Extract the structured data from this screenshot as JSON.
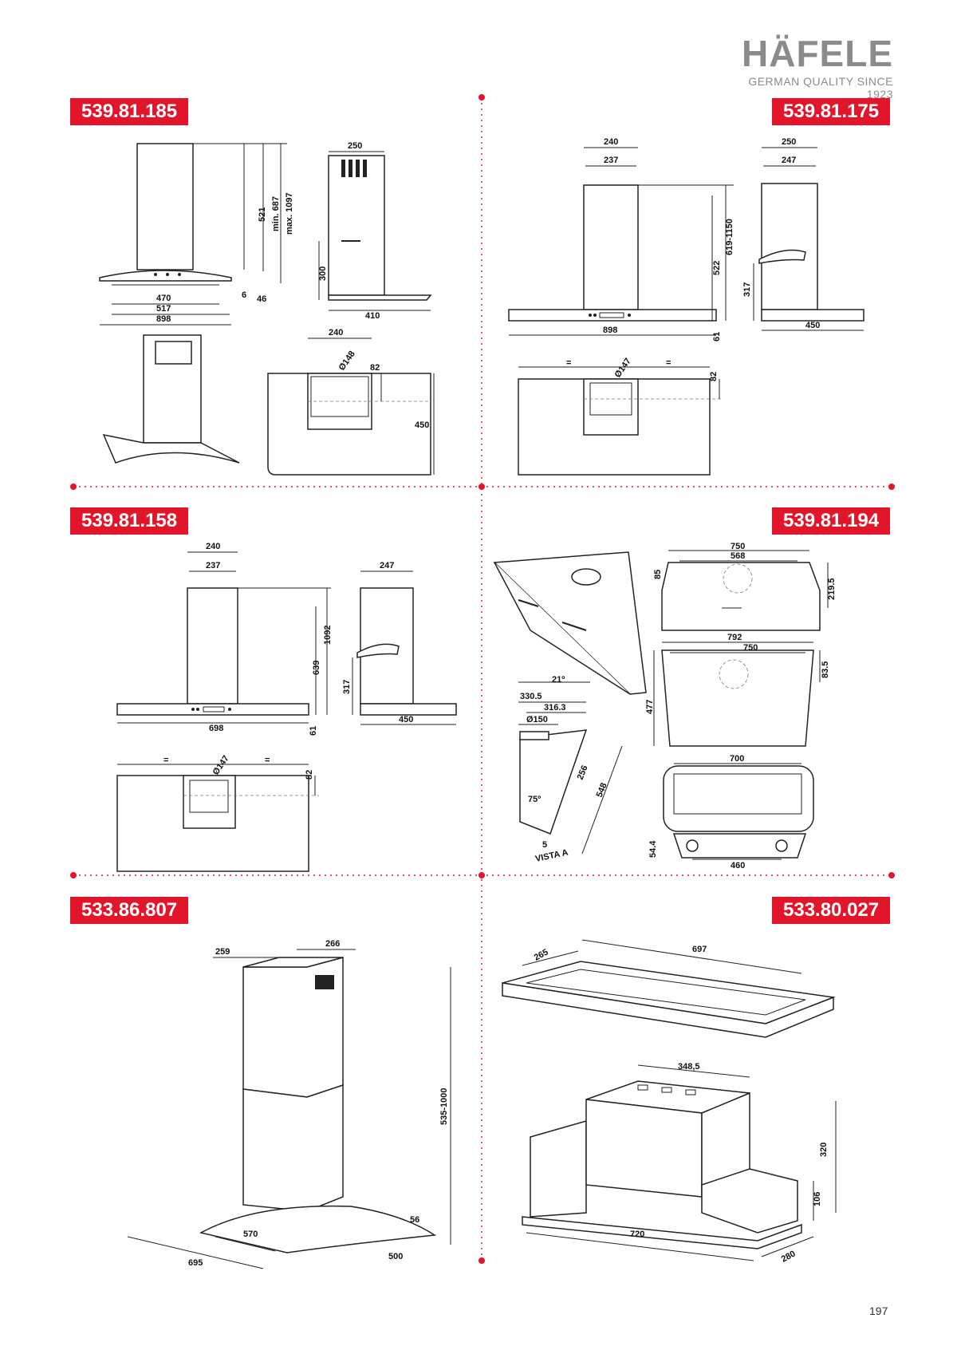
{
  "brand": {
    "logo": "HÄFELE",
    "tagline": "GERMAN QUALITY SINCE 1923"
  },
  "models": [
    "539.81.185",
    "539.81.175",
    "539.81.158",
    "539.81.194",
    "533.86.807",
    "533.80.027"
  ],
  "page_number": "197",
  "dims": {
    "m185": {
      "d250": "250",
      "d521": "521",
      "dmin": "min. 687",
      "dmax": "max. 1097",
      "d300": "300",
      "d410": "410",
      "d470": "470",
      "d517": "517",
      "d898": "898",
      "d6": "6",
      "d46": "46",
      "d240": "240",
      "d148": "Ø148",
      "d82": "82",
      "d450": "450"
    },
    "m175": {
      "d240": "240",
      "d237": "237",
      "d250": "250",
      "d247": "247",
      "d619": "619-1150",
      "d522": "522",
      "d317": "317",
      "d898": "898",
      "d61": "61",
      "d450": "450",
      "eq1": "=",
      "eq2": "=",
      "d147": "Ø147",
      "d82": "82"
    },
    "m158": {
      "d240": "240",
      "d237": "237",
      "d247": "247",
      "d1092": "1092",
      "d639": "639",
      "d317": "317",
      "d698": "698",
      "d61": "61",
      "d450": "450",
      "eq1": "=",
      "eq2": "=",
      "d147": "Ø147",
      "d82": "82"
    },
    "m194": {
      "d750a": "750",
      "d568": "568",
      "d85": "85",
      "d2195": "219.5",
      "d792": "792",
      "d750b": "750",
      "d835": "83.5",
      "d477": "477",
      "d700": "700",
      "d544": "54.4",
      "d460": "460",
      "d21": "21º",
      "d3305": "330.5",
      "d3163": "316.3",
      "d150": "Ø150",
      "d256": "256",
      "d548": "548",
      "d75": "75º",
      "d5": "5",
      "vista": "VISTA A"
    },
    "m807": {
      "d259": "259",
      "d266": "266",
      "d535": "535-1000",
      "d56": "56",
      "d570": "570",
      "d695": "695",
      "d500": "500"
    },
    "m027": {
      "d265": "265",
      "d697": "697",
      "d3485": "348,5",
      "d320": "320",
      "d106": "106",
      "d720": "720",
      "d280": "280"
    }
  }
}
